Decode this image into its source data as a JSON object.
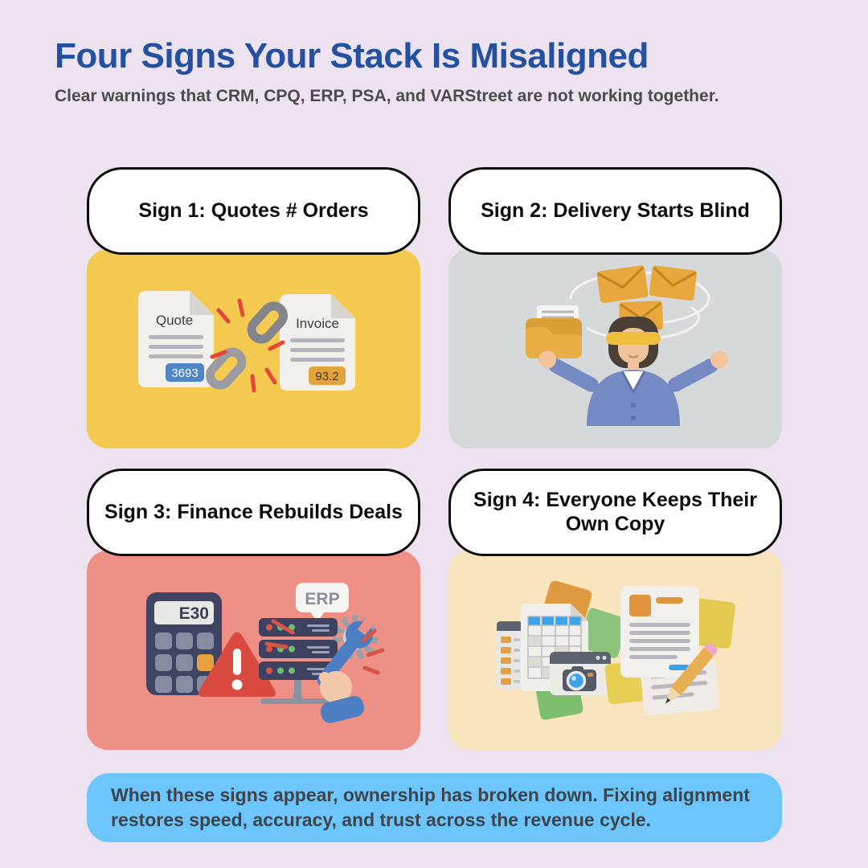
{
  "page": {
    "background": "#ece2f0",
    "title": "Four Signs Your Stack Is Misaligned",
    "subtitle": "Clear warnings that CRM, CPQ, ERP, PSA, and VARStreet are not working together."
  },
  "colors": {
    "title": "#2450a0",
    "subtitle": "#4b4b4b",
    "pill_background": "#ffffff",
    "pill_border": "#0d0d0d",
    "card1_background": "#f5ca50",
    "card2_background": "#d5d9da",
    "card3_background": "#ef9086",
    "card4_background": "#f8e5bd",
    "banner_background": "#6cc5fb",
    "banner_text": "#3e444b"
  },
  "cards": [
    {
      "label": "Sign 1: Quotes # Orders",
      "bg": "#f5ca50",
      "icon": "broken-chain-quote-invoice",
      "illustration": {
        "left_doc_label": "Quote",
        "left_doc_badge": "3693",
        "right_doc_label": "Invoice",
        "right_doc_badge": "93.2"
      }
    },
    {
      "label": "Sign 2: Delivery Starts Blind",
      "bg": "#d5d9da",
      "icon": "blindfolded-person-with-envelopes"
    },
    {
      "label": "Sign 3: Finance Rebuilds Deals",
      "bg": "#ef9086",
      "icon": "calculator-warning-erp-server",
      "illustration": {
        "calculator_display": "E30",
        "server_label": "ERP"
      }
    },
    {
      "label": "Sign 4: Everyone Keeps Their Own Copy",
      "bg": "#f8e5bd",
      "icon": "scattered-copies-documents"
    }
  ],
  "banner": {
    "bg": "#6cc5fb",
    "lines": [
      "When these signs appear, ownership has broken down. Fixing alignment",
      "restores speed, accuracy, and trust across the revenue cycle."
    ]
  }
}
